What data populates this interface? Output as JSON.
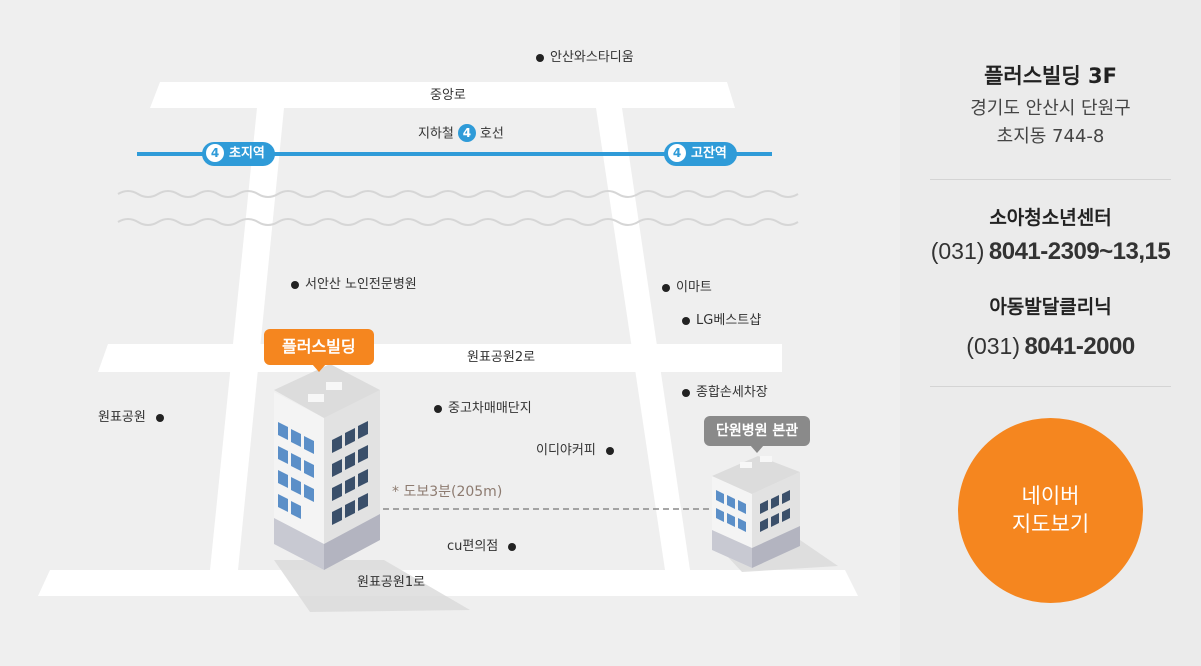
{
  "map": {
    "roads": {
      "top": "중앙로",
      "middle": "원표공원2로",
      "bottom": "원표공원1로"
    },
    "subway": {
      "line_number": "4",
      "line_prefix": "지하철",
      "line_suffix": "호선",
      "stations": [
        {
          "number": "4",
          "name": "초지역"
        },
        {
          "number": "4",
          "name": "고잔역"
        }
      ]
    },
    "places": {
      "ansan_stadium": "안산와스타디움",
      "nursing_hospital": "서안산 노인전문병원",
      "emart": "이마트",
      "lg_shop": "LG베스트샵",
      "general_tax": "종합손세차장",
      "used_car": "중고차매매단지",
      "wonpyo_park": "원표공원",
      "ediya": "이디야커피",
      "cu": "cu편의점"
    },
    "callouts": {
      "plus_building": "플러스빌딩",
      "danwon_hospital": "단원병원 본관"
    },
    "walk_note": "* 도보3분(205m)"
  },
  "panel": {
    "building_name": "플러스빌딩 3F",
    "address_line1": "경기도 안산시 단원구",
    "address_line2": "초지동 744-8",
    "youth_center": {
      "title": "소아청소년센터",
      "area_code": "(031)",
      "number": "8041-2309~13,15"
    },
    "child_clinic": {
      "title": "아동발달클리닉",
      "area_code": "(031)",
      "number": "8041-2000"
    },
    "naver_button": {
      "line1": "네이버",
      "line2": "지도보기"
    }
  },
  "colors": {
    "accent_orange": "#f5861f",
    "subway_blue": "#2f9bd8",
    "callout_gray": "#8a8a8a",
    "walk_text": "#8d7b70"
  }
}
